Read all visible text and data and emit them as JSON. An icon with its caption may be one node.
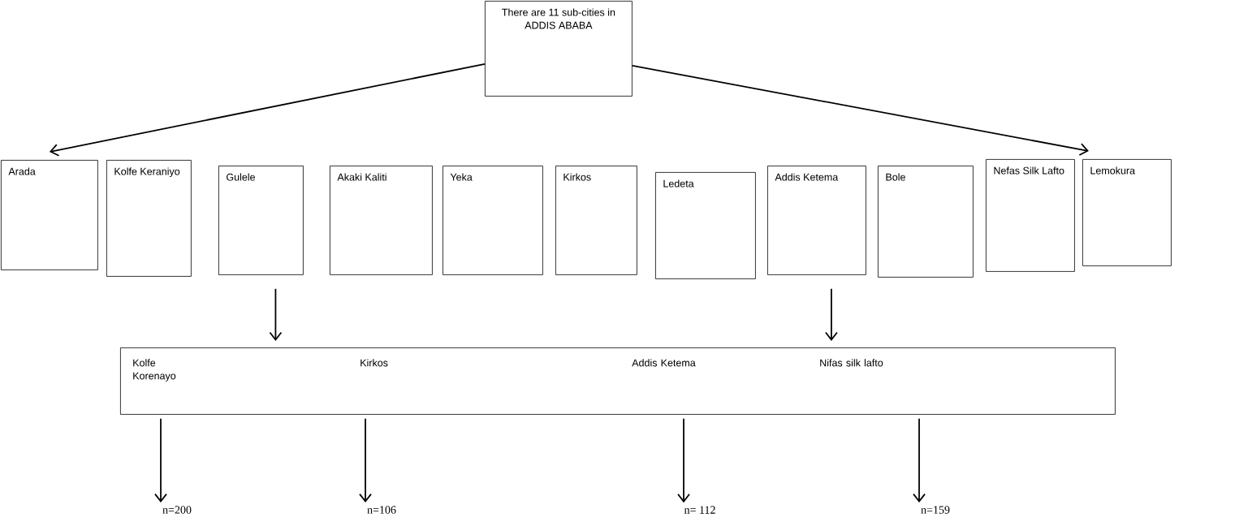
{
  "diagram": {
    "nodes": [
      {
        "text": [
          "There are 11 sub-cities in ADDIS ABABA"
        ]
      },
      {
        "text": [
          "Arada"
        ]
      },
      {
        "text": [
          "Kolfe Keraniyo"
        ]
      },
      {
        "text": [
          "Gulele"
        ]
      },
      {
        "text": [
          "Akaki Kaliti"
        ]
      },
      {
        "text": [
          "Yeka"
        ]
      },
      {
        "text": [
          "Kirkos"
        ]
      },
      {
        "text": [
          "Ledeta"
        ]
      },
      {
        "text": [
          "Addis Ketema"
        ]
      },
      {
        "text": [
          "Bole"
        ]
      },
      {
        "text": [
          "Nefas Silk Lafto"
        ]
      },
      {
        "text": [
          "Lemokura"
        ]
      },
      {
        "text": [
          "Kolfe Korenayo",
          "Kirkos",
          "Addis Ketema",
          "Nifas silk lafto"
        ]
      },
      {
        "text": [
          "n=200"
        ]
      },
      {
        "text": [
          "n=106"
        ]
      },
      {
        "text": [
          "n= 112"
        ]
      },
      {
        "text": [
          "n=159"
        ]
      }
    ],
    "edges": [
      {
        "from": 0,
        "to": 1,
        "arrow": "to"
      },
      {
        "from": 0,
        "to": 10,
        "arrow": "to"
      },
      {
        "from": 3,
        "to": 12,
        "arrow": "to"
      },
      {
        "from": 8,
        "to": 12,
        "arrow": "to"
      },
      {
        "from": 12,
        "to": 13,
        "arrow": "to"
      },
      {
        "from": 12,
        "to": 14,
        "arrow": "to"
      },
      {
        "from": 12,
        "to": 15,
        "arrow": "to"
      },
      {
        "from": 12,
        "to": 16,
        "arrow": "to"
      }
    ]
  }
}
